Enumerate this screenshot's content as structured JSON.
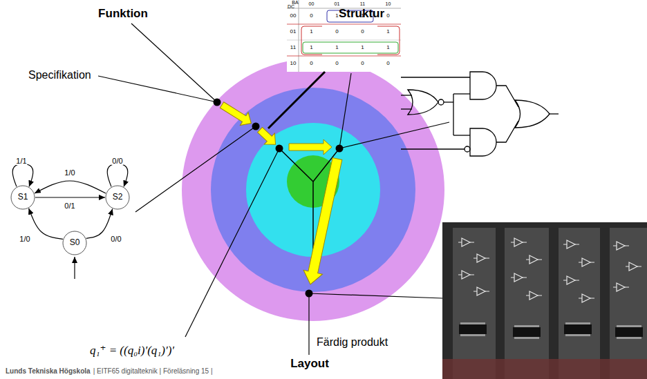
{
  "diagram": {
    "nodes": [
      {
        "text": [
          "S1"
        ]
      },
      {
        "text": [
          "S2"
        ]
      },
      {
        "text": [
          "S0"
        ]
      }
    ],
    "edges": [
      {
        "from": 0,
        "to": 0,
        "arrow": "to",
        "label": "1/1"
      },
      {
        "from": 1,
        "to": 0,
        "arrow": "to",
        "label": "1/0"
      },
      {
        "from": 1,
        "to": 1,
        "arrow": "to",
        "label": "0/0"
      },
      {
        "from": 0,
        "to": 1,
        "arrow": "to",
        "label": "0/1"
      },
      {
        "from": 2,
        "to": 0,
        "arrow": "to",
        "label": "1/0"
      },
      {
        "from": 2,
        "to": 1,
        "arrow": "to",
        "label": "0/0"
      }
    ],
    "labels": [
      "Funktion",
      "Specifikation",
      "Struktur",
      "BA",
      "DC",
      "00",
      "01",
      "11",
      "10",
      "00",
      "0",
      "1",
      "1",
      "0",
      "01",
      "1",
      "0",
      "0",
      "1",
      "11",
      "1",
      "1",
      "1",
      "1",
      "10",
      "0",
      "0",
      "0",
      "0",
      "Färdig produkt",
      "q₁⁺ = ((q₀i)′(q₁)′)′",
      "Layout",
      "Lunds Tekniska Högskola",
      "| EITF65 digitalteknik | Föreläsning 15 |"
    ]
  }
}
